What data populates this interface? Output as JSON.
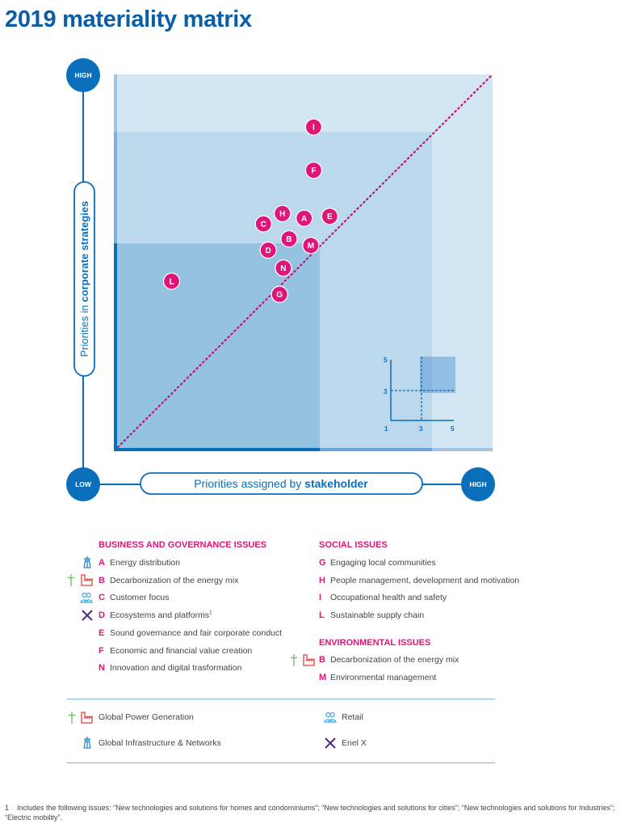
{
  "page_title": "2019 materiality matrix",
  "chart_data": {
    "type": "scatter",
    "title": "2019 materiality matrix",
    "xlabel_prefix": "Priorities assigned by ",
    "xlabel_bold": "stakeholder",
    "ylabel_prefix": "Priorities in ",
    "ylabel_bold": "corporate strategies",
    "x_low": "LOW",
    "x_high": "HIGH",
    "y_high": "HIGH",
    "xlim": [
      1,
      5
    ],
    "ylim": [
      1,
      5
    ],
    "points": [
      {
        "label": "I",
        "x": 3.11,
        "y": 4.44
      },
      {
        "label": "F",
        "x": 3.11,
        "y": 3.98
      },
      {
        "label": "H",
        "x": 2.78,
        "y": 3.52
      },
      {
        "label": "A",
        "x": 3.01,
        "y": 3.47
      },
      {
        "label": "E",
        "x": 3.28,
        "y": 3.49
      },
      {
        "label": "C",
        "x": 2.58,
        "y": 3.41
      },
      {
        "label": "B",
        "x": 2.85,
        "y": 3.25
      },
      {
        "label": "M",
        "x": 3.08,
        "y": 3.18
      },
      {
        "label": "D",
        "x": 2.63,
        "y": 3.13
      },
      {
        "label": "N",
        "x": 2.79,
        "y": 2.94
      },
      {
        "label": "G",
        "x": 2.75,
        "y": 2.66
      },
      {
        "label": "L",
        "x": 1.61,
        "y": 2.8
      }
    ],
    "inset": {
      "x_ticks": [
        "1",
        "3",
        "5"
      ],
      "y_ticks": [
        "5",
        "3"
      ],
      "threshold": 3
    },
    "colors": {
      "point": "#e0157a",
      "axis": "#0a6fba",
      "zone_light": "#d3e6f3",
      "zone_mid": "#bcd8ed",
      "zone_dark": "#96c2e1"
    }
  },
  "legend": {
    "business": {
      "heading": "BUSINESS AND GOVERNANCE ISSUES",
      "items": [
        {
          "key": "A",
          "text": "Energy distribution"
        },
        {
          "key": "B",
          "text": "Decarbonization of the energy mix"
        },
        {
          "key": "C",
          "text": "Customer focus"
        },
        {
          "key": "D",
          "text": "Ecosystems and platforms",
          "sup": "1"
        },
        {
          "key": "E",
          "text": "Sound governance and fair corporate conduct"
        },
        {
          "key": "F",
          "text": "Economic and financial value creation"
        },
        {
          "key": "N",
          "text": "Innovation and digital trasformation"
        }
      ]
    },
    "social": {
      "heading": "SOCIAL ISSUES",
      "items": [
        {
          "key": "G",
          "text": "Engaging local communities"
        },
        {
          "key": "H",
          "text": "People management, development and motivation"
        },
        {
          "key": "I",
          "text": "Occupational health and safety"
        },
        {
          "key": "L",
          "text": "Sustainable supply chain"
        }
      ]
    },
    "environmental": {
      "heading": "ENVIRONMENTAL ISSUES",
      "items": [
        {
          "key": "B",
          "text": "Decarbonization of the energy mix"
        },
        {
          "key": "M",
          "text": "Environmental management"
        }
      ]
    },
    "business_lines": [
      {
        "icon": "wind-factory-icon",
        "text": "Global Power Generation"
      },
      {
        "icon": "pylon-icon",
        "text": "Global Infrastructure & Networks"
      },
      {
        "icon": "people-icon",
        "text": "Retail"
      },
      {
        "icon": "x-icon",
        "text": "Enel X"
      }
    ]
  },
  "footnote": {
    "number": "1",
    "text": "Includes the following issues: “New technologies and solutions for homes and condominiums”; “New technologies and solutions for cities”; “New technologies and solutions for Industries”; “Electric mobility”."
  }
}
